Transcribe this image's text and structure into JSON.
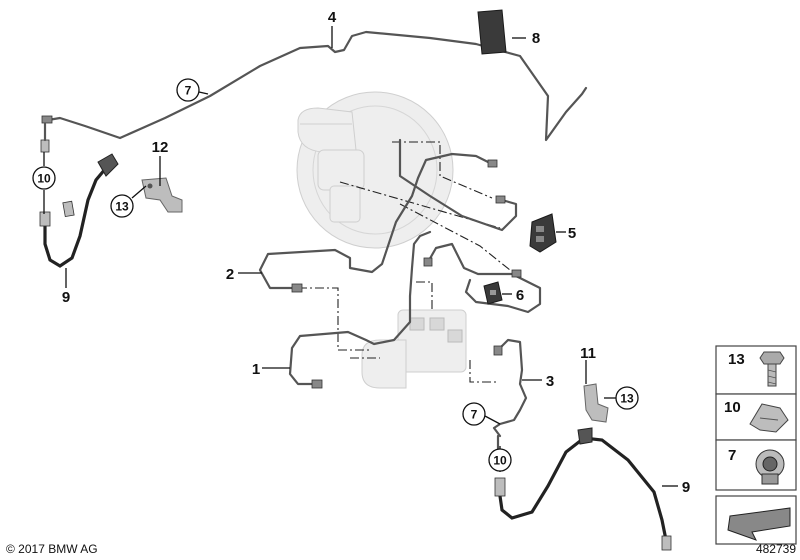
{
  "callouts": {
    "c1": "1",
    "c2": "2",
    "c3": "3",
    "c4": "4",
    "c5": "5",
    "c6": "6",
    "c7a": "7",
    "c7b": "7",
    "c8": "8",
    "c9a": "9",
    "c9b": "9",
    "c10a": "10",
    "c10b": "10",
    "c11": "11",
    "c12": "12",
    "c13a": "13",
    "c13b": "13"
  },
  "legend": {
    "l13": "13",
    "l10": "10",
    "l7": "7"
  },
  "footer": {
    "copyright": "© 2017 BMW AG",
    "diagram_id": "482739"
  }
}
